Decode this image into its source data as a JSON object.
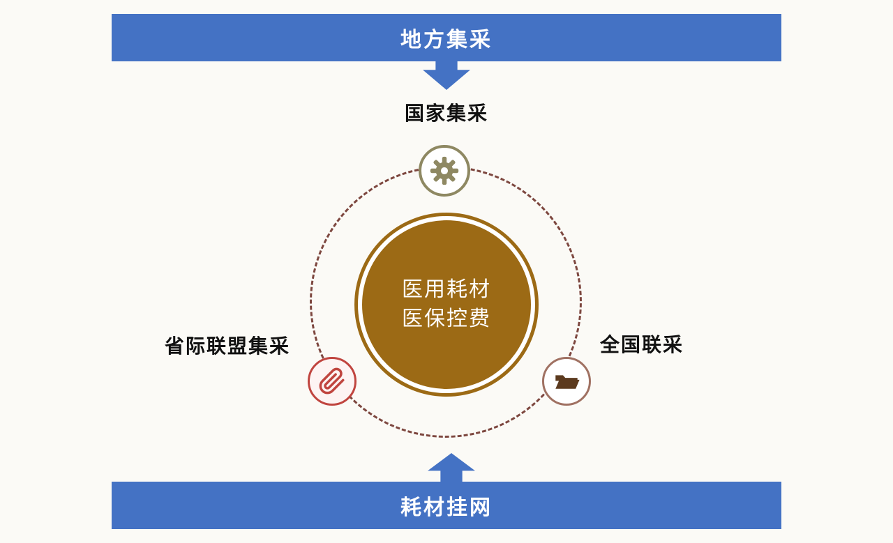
{
  "top_banner": {
    "label": "地方集采"
  },
  "bottom_banner": {
    "label": "耗材挂网"
  },
  "labels": {
    "national": "国家集采",
    "provincial_alliance": "省际联盟集采",
    "national_joint": "全国联采"
  },
  "center_circle": {
    "line1": "医用耗材",
    "line2": "医保控费"
  },
  "icons": [
    {
      "name": "gear-icon",
      "meaning": "settings gear",
      "color": "#8e8862"
    },
    {
      "name": "paperclip-icon",
      "meaning": "paperclip",
      "color": "#c0453f"
    },
    {
      "name": "folder-icon",
      "meaning": "open folder",
      "color": "#5c3a1e"
    }
  ],
  "colors": {
    "banner_blue": "#4472c4",
    "arrow_blue": "#4472c4",
    "center_brown": "#9c6a15",
    "dashed_ring_brown": "#7d473f",
    "gear_olive": "#8e8862",
    "clip_red": "#c0453f",
    "folder_border": "#a07162",
    "folder_fill": "#5c3a1e",
    "background": "#fbfaf6"
  }
}
